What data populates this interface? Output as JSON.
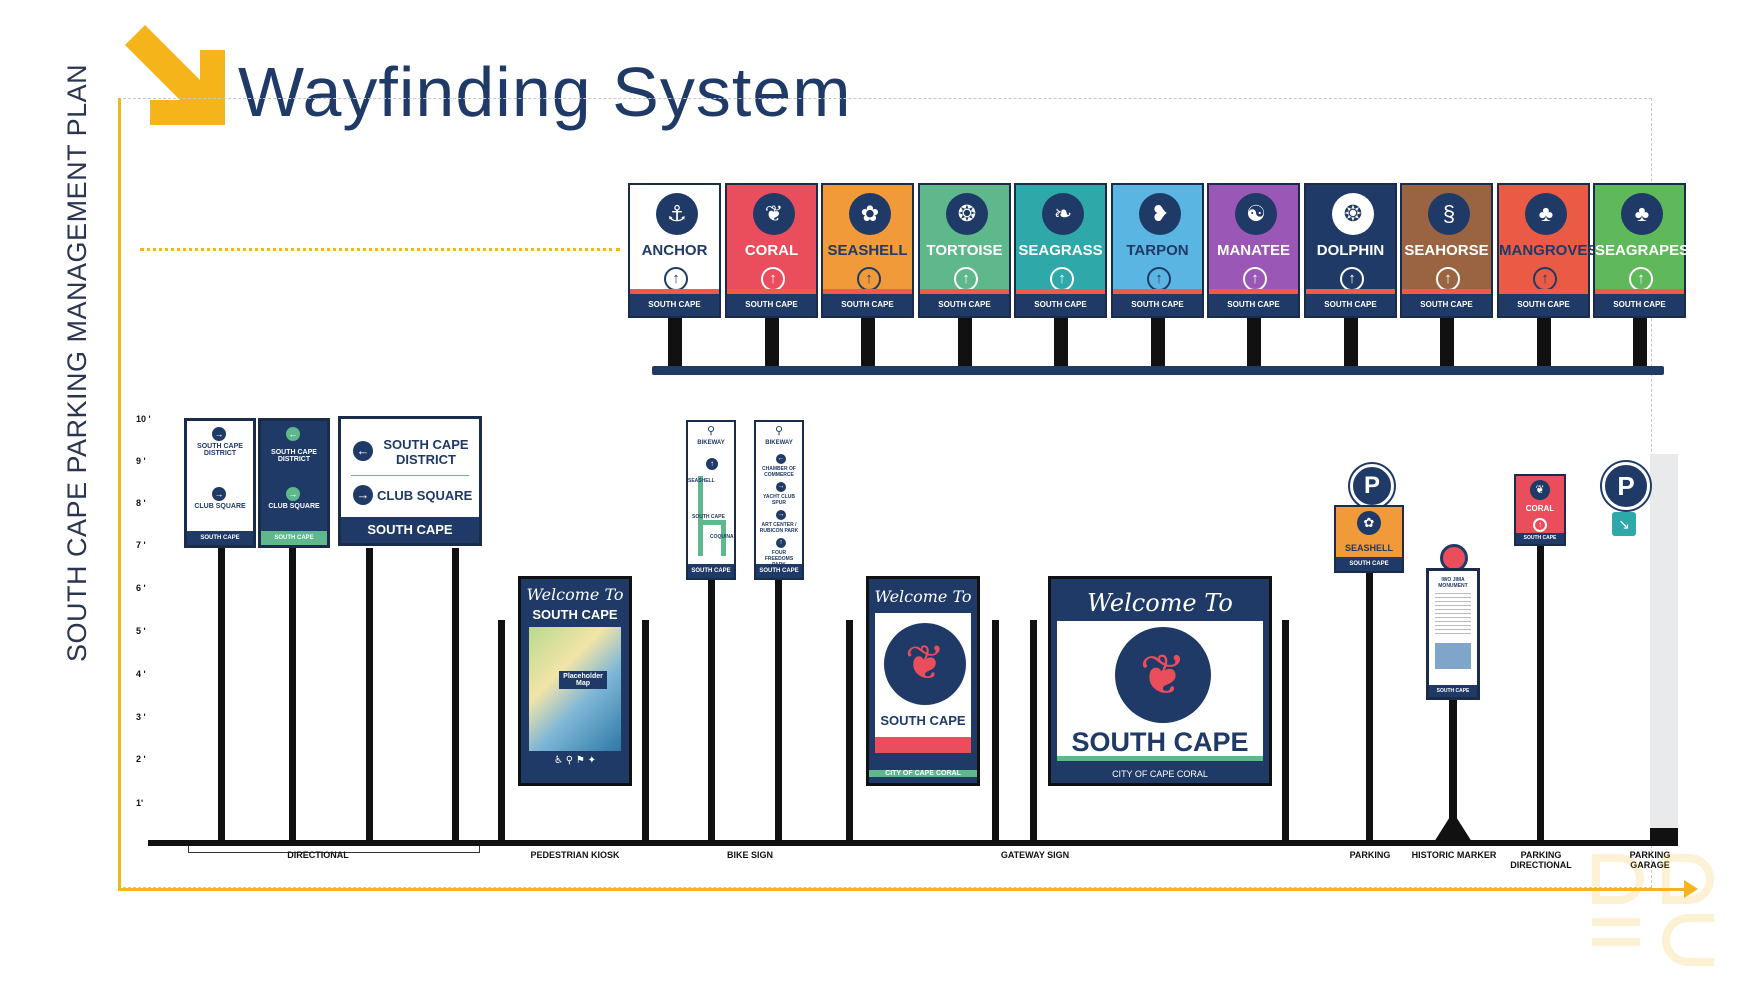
{
  "title": "Wayfinding System",
  "side_title": "SOUTH CAPE PARKING MANAGEMENT PLAN",
  "brand": "SOUTH CAPE",
  "colors": {
    "navy": "#1f3a66",
    "accent": "#f5b41a",
    "rail": "#f5b41a"
  },
  "destinations": [
    {
      "label": "ANCHOR",
      "color": "#ffffff",
      "text_color": "#1f3a66",
      "icon": "anchor-icon",
      "glyph": "⚓"
    },
    {
      "label": "CORAL",
      "color": "#ea4d5c",
      "text_color": "#ffffff",
      "icon": "coral-icon",
      "glyph": "❦"
    },
    {
      "label": "SEASHELL",
      "color": "#f09a3a",
      "text_color": "#1f3a66",
      "icon": "seashell-icon",
      "glyph": "✿"
    },
    {
      "label": "TORTOISE",
      "color": "#5fb88c",
      "text_color": "#ffffff",
      "icon": "tortoise-icon",
      "glyph": "❂"
    },
    {
      "label": "SEAGRASS",
      "color": "#2ea8a8",
      "text_color": "#ffffff",
      "icon": "seagrass-icon",
      "glyph": "❧"
    },
    {
      "label": "TARPON",
      "color": "#5bb5e3",
      "text_color": "#1f3a66",
      "icon": "tarpon-icon",
      "glyph": "❥"
    },
    {
      "label": "MANATEE",
      "color": "#9a57b6",
      "text_color": "#ffffff",
      "icon": "manatee-icon",
      "glyph": "☯"
    },
    {
      "label": "DOLPHIN",
      "color": "#1f3a66",
      "text_color": "#ffffff",
      "icon": "dolphin-icon",
      "glyph": "❂"
    },
    {
      "label": "SEAHORSE",
      "color": "#9a6443",
      "text_color": "#ffffff",
      "icon": "seahorse-icon",
      "glyph": "§"
    },
    {
      "label": "MANGROVES",
      "color": "#ea5a45",
      "text_color": "#1f3a66",
      "icon": "mangroves-icon",
      "glyph": "♣"
    },
    {
      "label": "SEAGRAPES",
      "color": "#5fb85a",
      "text_color": "#ffffff",
      "icon": "seagrapes-icon",
      "glyph": "♣"
    }
  ],
  "feet": [
    "10 ʹ",
    "9 ʹ",
    "8 ʹ",
    "7 ʹ",
    "6 ʹ",
    "5 ʹ",
    "4 ʹ",
    "3 ʹ",
    "2 ʹ",
    "1ʹ"
  ],
  "directional": {
    "sign1": {
      "top": "SOUTH CAPE DISTRICT",
      "bottom": "CLUB SQUARE"
    },
    "sign2": {
      "top": "SOUTH CAPE DISTRICT",
      "bottom": "CLUB SQUARE"
    },
    "sign3": {
      "top": "SOUTH CAPE DISTRICT",
      "bottom": "CLUB SQUARE"
    }
  },
  "kiosk": {
    "welcome": "Welcome To",
    "name": "SOUTH CAPE",
    "map": "Placeholder Map"
  },
  "bike": {
    "sign1": {
      "head": "BIKEWAY",
      "route1": "SEASHELL",
      "route2": "SOUTH CAPE",
      "route3": "COQUINA"
    },
    "sign2": {
      "head": "BIKEWAY",
      "d1": "CHAMBER OF COMMERCE",
      "d2": "YACHT CLUB SPUR",
      "d3": "ART CENTER / RUBICON PARK",
      "d4": "FOUR FREEDOMS PARK"
    }
  },
  "gateway": {
    "welcome": "Welcome To",
    "name": "SOUTH CAPE",
    "city": "CITY OF CAPE CORAL"
  },
  "parking": {
    "p": "P",
    "dest": "SEASHELL"
  },
  "historic": {
    "head": "IWO JIMA MONUMENT"
  },
  "parking_dir": {
    "dest": "CORAL",
    "p": "P"
  },
  "categories": [
    "DIRECTIONAL",
    "PEDESTRIAN KIOSK",
    "BIKE SIGN",
    "GATEWAY SIGN",
    "PARKING",
    "HISTORIC MARKER",
    "PARKING DIRECTIONAL",
    "PARKING GARAGE"
  ]
}
